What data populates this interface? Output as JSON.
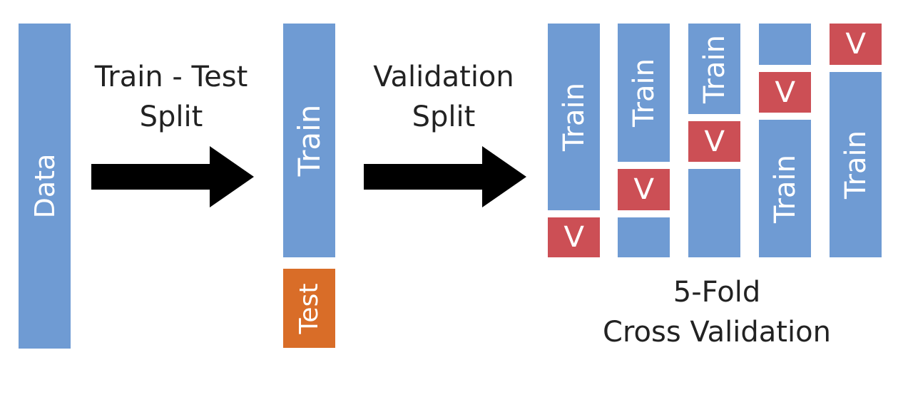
{
  "labels": {
    "data": "Data",
    "train_test_split": [
      "Train - Test",
      "Split"
    ],
    "train": "Train",
    "test": "Test",
    "validation_split": [
      "Validation",
      "Split"
    ],
    "validation_marker": "V",
    "cross_validation": [
      "5-Fold",
      "Cross Validation"
    ]
  },
  "colors": {
    "train_block": "#6f9bd3",
    "validation_block": "#cc4f55",
    "test_block": "#d96d28",
    "arrow": "#000000",
    "text": "#222222"
  },
  "folds": [
    {
      "fold": 1,
      "validation_position": 5
    },
    {
      "fold": 2,
      "validation_position": 4
    },
    {
      "fold": 3,
      "validation_position": 3
    },
    {
      "fold": 4,
      "validation_position": 2
    },
    {
      "fold": 5,
      "validation_position": 1
    }
  ],
  "icons": {
    "arrow": "right-arrow-icon"
  }
}
